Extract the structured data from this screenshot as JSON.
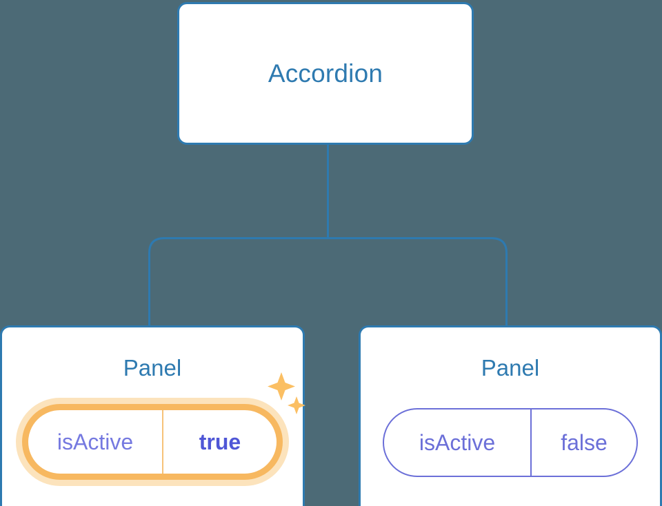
{
  "diagram": {
    "type": "component-tree",
    "background_color": "#4c6a76",
    "node_border_color": "#2e7ab0",
    "node_title_color": "#2e7ab0",
    "connector_color": "#2e7ab0",
    "highlight_color": "#f7b860",
    "highlight_glow_color": "#fce3bc",
    "prop_color": "#6b6fd8",
    "prop_value_active_color": "#4f56d6",
    "root": {
      "title": "Accordion"
    },
    "children": [
      {
        "title": "Panel",
        "highlighted": true,
        "prop": {
          "key": "isActive",
          "value": "true"
        },
        "sparkle_icons": [
          "sparkle-large-icon",
          "sparkle-small-icon"
        ]
      },
      {
        "title": "Panel",
        "highlighted": false,
        "prop": {
          "key": "isActive",
          "value": "false"
        }
      }
    ]
  }
}
